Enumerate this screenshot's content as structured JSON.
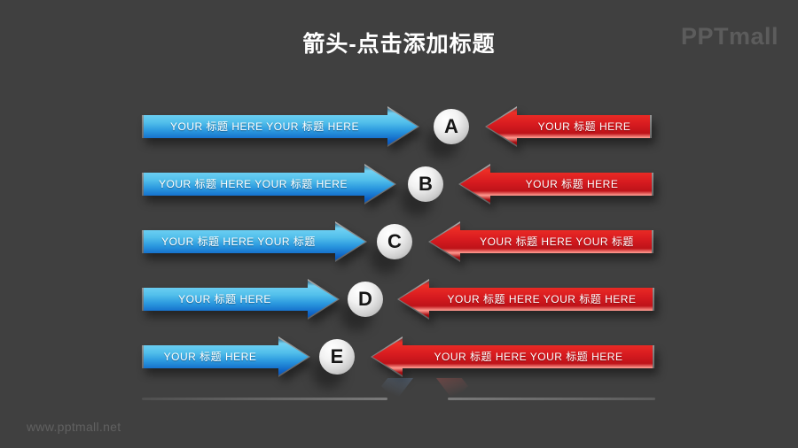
{
  "page": {
    "title": "箭头-点击添加标题",
    "brand_logo": "PPTmall",
    "watermark": "www.pptmall.net"
  },
  "colors": {
    "background": "#404040",
    "title_text": "#ffffff",
    "logo_gray": "#5c5c5c",
    "blue_arrow": "#1a86d8",
    "red_arrow": "#d81b20",
    "circle_fill": "#e8e8e8",
    "arrow_outline": "#8a8a8a"
  },
  "rows": [
    {
      "letter": "A",
      "left_label": "YOUR 标题 HERE YOUR 标题 HERE",
      "right_label": "YOUR 标题 HERE"
    },
    {
      "letter": "B",
      "left_label": "YOUR 标题 HERE YOUR 标题 HERE",
      "right_label": "YOUR 标题 HERE"
    },
    {
      "letter": "C",
      "left_label": "YOUR 标题 HERE YOUR 标题",
      "right_label": "YOUR 标题 HERE YOUR 标题"
    },
    {
      "letter": "D",
      "left_label": "YOUR 标题 HERE",
      "right_label": "YOUR 标题 HERE YOUR 标题 HERE"
    },
    {
      "letter": "E",
      "left_label": "YOUR 标题 HERE",
      "right_label": "YOUR 标题 HERE YOUR 标题 HERE"
    }
  ]
}
